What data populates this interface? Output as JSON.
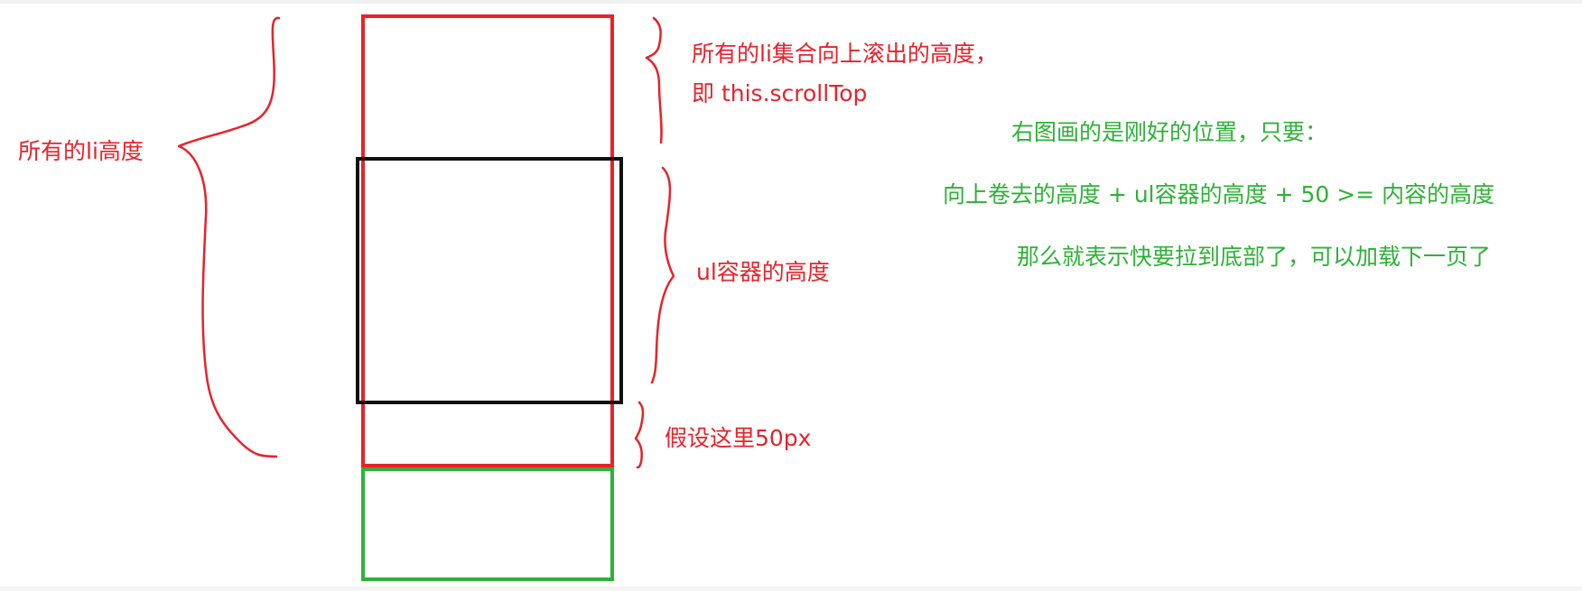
{
  "colors": {
    "red": "#e8222a",
    "black": "#111111",
    "green": "#2db236",
    "text_red": "#e8222a",
    "text_green": "#2db236"
  },
  "labels": {
    "all_li_height": "所有的li高度",
    "scroll_top_line1": "所有的li集合向上滚出的高度，",
    "scroll_top_line2": "即 this.scrollTop",
    "ul_height": "ul容器的高度",
    "assume_50px": "假设这里50px"
  },
  "explanation": {
    "line1": "右图画的是刚好的位置，只要：",
    "line2": "向上卷去的高度 + ul容器的高度 + 50 >= 内容的高度",
    "line3": "那么就表示快要拉到底部了，可以加载下一页了"
  }
}
